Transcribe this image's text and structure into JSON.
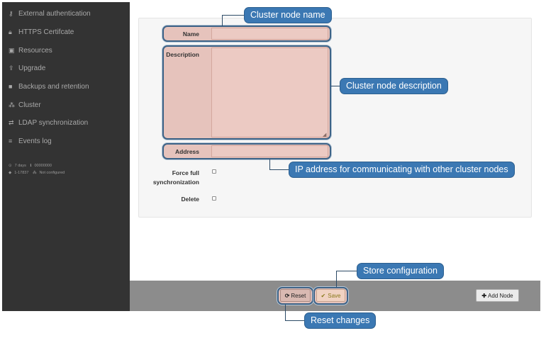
{
  "sidebar": {
    "items": [
      {
        "label": "External authentication",
        "icon": "key-icon",
        "glyph": "⚷"
      },
      {
        "label": "HTTPS Certifcate",
        "icon": "lock-icon",
        "glyph": "🔒︎"
      },
      {
        "label": "Resources",
        "icon": "image-icon",
        "glyph": "▣"
      },
      {
        "label": "Upgrade",
        "icon": "upload-icon",
        "glyph": "⇪"
      },
      {
        "label": "Backups and retention",
        "icon": "archive-icon",
        "glyph": "■"
      },
      {
        "label": "Cluster",
        "icon": "sitemap-icon",
        "glyph": "⁂"
      },
      {
        "label": "LDAP synchronization",
        "icon": "exchange-icon",
        "glyph": "⇄"
      },
      {
        "label": "Events log",
        "icon": "list-icon",
        "glyph": "≡"
      }
    ],
    "footer": {
      "uptime": "7 days",
      "build": "00000000",
      "version": "1-17837",
      "cluster_status": "Not configured"
    }
  },
  "form": {
    "name_label": "Name",
    "description_label": "Description",
    "address_label": "Address",
    "force_sync_label_1": "Force full",
    "force_sync_label_2": "synchronization",
    "delete_label": "Delete",
    "name_value": "",
    "description_value": "",
    "address_value": ""
  },
  "toolbar": {
    "reset_label": "Reset",
    "save_label": "Save",
    "add_node_label": "Add Node"
  },
  "callouts": {
    "node_name": "Cluster node name",
    "node_description": "Cluster node description",
    "address": "IP address for communicating with other cluster nodes",
    "store": "Store configuration",
    "reset": "Reset changes"
  },
  "colors": {
    "sidebar_bg": "#333333",
    "highlight_fill": "#e6c3bc",
    "highlight_border": "#3d6387",
    "callout_bg": "#3b78b3",
    "bottombar_bg": "#8c8c8c"
  }
}
